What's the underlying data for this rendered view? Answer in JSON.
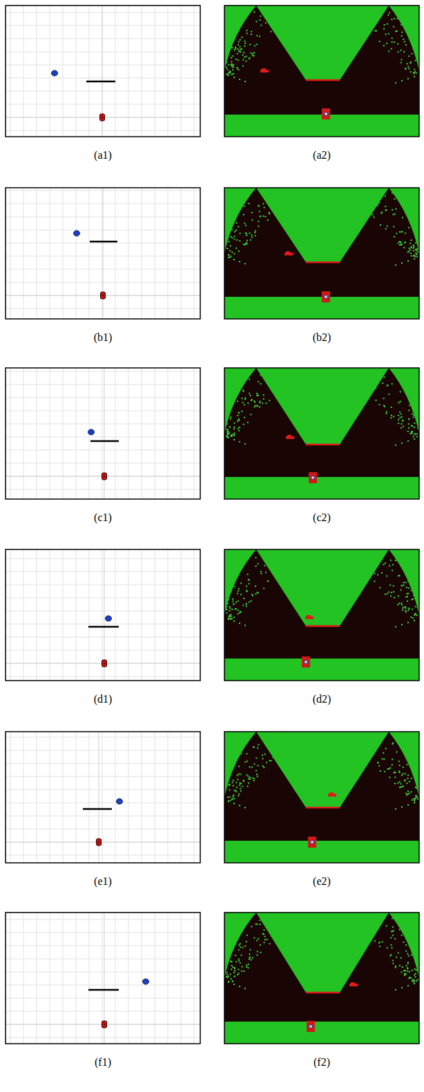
{
  "diagram": {
    "labels": [
      "(a1)",
      "(a2)",
      "(b1)",
      "(b2)",
      "(c1)",
      "(c2)",
      "(d1)",
      "(d2)",
      "(e1)",
      "(e2)",
      "(f1)",
      "(f2)"
    ]
  }
}
